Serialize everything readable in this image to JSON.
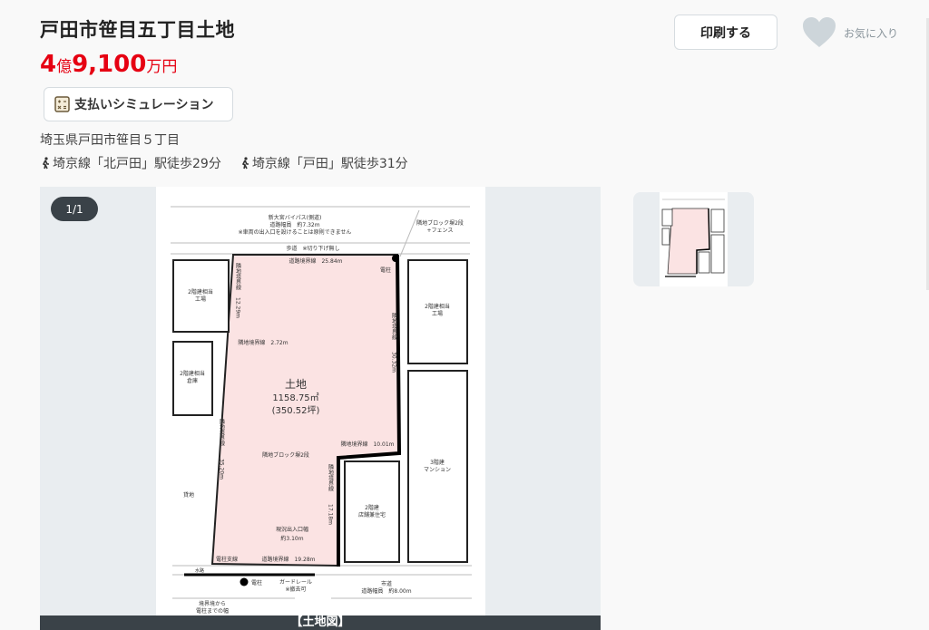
{
  "property": {
    "title": "戸田市笹目五丁目土地",
    "price": {
      "oku": "4",
      "oku_unit": "億",
      "man": "9,100",
      "man_unit": "万円"
    },
    "simulation_label": "支払いシミュレーション",
    "address": "埼玉県戸田市笹目５丁目",
    "access": [
      "埼京線「北戸田」駅徒歩29分",
      "埼京線「戸田」駅徒歩31分"
    ]
  },
  "header": {
    "print_label": "印刷する",
    "favorite_label": "お気に入り",
    "favorite_color": "#cdd5da"
  },
  "gallery": {
    "counter": "1/1",
    "caption": "【土地図】",
    "plan_labels": {
      "top_road": "新大宮バイパス(側道)",
      "top_road_width": "道路幅員　約7.32m",
      "top_road_note": "※車両の出入口を設けることは原則できません",
      "sidewalk": "歩道　※切り下げ無し",
      "fence": "隣地ブロック塀2段",
      "fence2": "+フェンス",
      "road_boundary_top": "道路境界線　25.84m",
      "pole": "電柱",
      "left_boundary": "隣地境界線",
      "left_len": "12.29m",
      "boundary_272": "隣地境界線　2.72m",
      "right_boundary": "隣地境界線",
      "right_len": "30.32m",
      "land": "土地",
      "area_sqm": "1158.75㎡",
      "area_tsubo": "(350.52坪)",
      "left_len2": "35.20m",
      "block_wall": "隣地ブロック塀2段",
      "boundary_1001": "隣地境界線　10.01m",
      "inner_boundary": "隣地境界線",
      "inner_len": "17.18m",
      "entrance": "現況出入口幅",
      "entrance_width": "約3.10m",
      "pole_support": "電柱支線",
      "road_boundary_bottom": "道路境界線　19.28m",
      "waterway": "水路",
      "pole_bottom": "電柱",
      "guardrail": "ガードレール",
      "guardrail_note": "※撤去可",
      "city_road": "市道",
      "city_road_width": "道路幅員　約8.00m",
      "pole_distance": "境界境から",
      "pole_distance2": "電柱までの幅",
      "rental_land": "貸地",
      "bldg_factory_l1": "2階建相当",
      "bldg_factory_l2": "工場",
      "bldg_warehouse_l1": "2階建相当",
      "bldg_warehouse_l2": "倉庫",
      "bldg_factory_r1": "2階建相当",
      "bldg_factory_r2": "工場",
      "bldg_mansion1": "3階建",
      "bldg_mansion2": "マンション",
      "bldg_shop1": "2階建",
      "bldg_shop2": "店舗兼住宅"
    }
  },
  "colors": {
    "price": "#e60012",
    "land_fill": "#fbe3e3"
  }
}
